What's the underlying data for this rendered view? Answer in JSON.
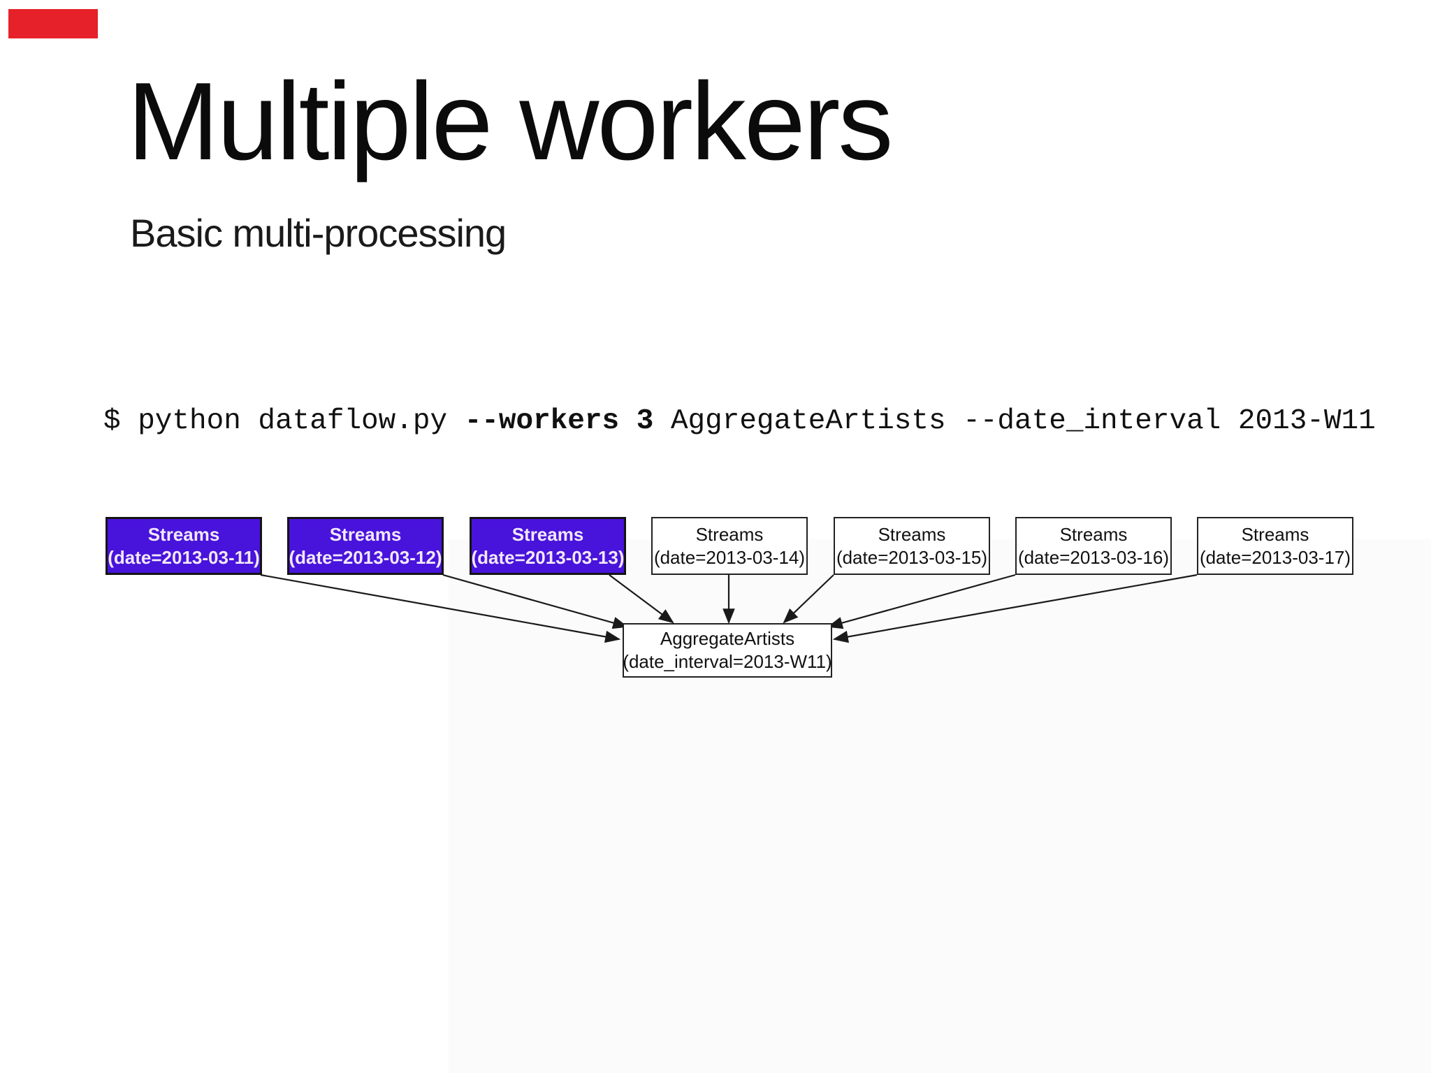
{
  "slide": {
    "title": "Multiple workers",
    "subtitle": "Basic multi-processing",
    "command": {
      "prefix": "$ python dataflow.py ",
      "emphasis": "--workers 3",
      "suffix": " AggregateArtists --date_interval 2013-W11"
    }
  },
  "video_overlay": {
    "progress_color": "#e62129"
  },
  "diagram": {
    "stream_nodes": [
      {
        "title": "Streams",
        "param": "(date=2013-03-11)",
        "status": "done"
      },
      {
        "title": "Streams",
        "param": "(date=2013-03-12)",
        "status": "done"
      },
      {
        "title": "Streams",
        "param": "(date=2013-03-13)",
        "status": "done"
      },
      {
        "title": "Streams",
        "param": "(date=2013-03-14)",
        "status": "pending"
      },
      {
        "title": "Streams",
        "param": "(date=2013-03-15)",
        "status": "pending"
      },
      {
        "title": "Streams",
        "param": "(date=2013-03-16)",
        "status": "pending"
      },
      {
        "title": "Streams",
        "param": "(date=2013-03-17)",
        "status": "pending"
      }
    ],
    "aggregate_node": {
      "title": "AggregateArtists",
      "param": "(date_interval=2013-W11)"
    },
    "colors": {
      "done_fill": "#4813db",
      "done_text": "#f2e8fa",
      "done_border": "#141414",
      "pending_fill": "#ffffff",
      "pending_text": "#111111",
      "pending_border": "#222222",
      "edge": "#1a1a1a"
    }
  }
}
